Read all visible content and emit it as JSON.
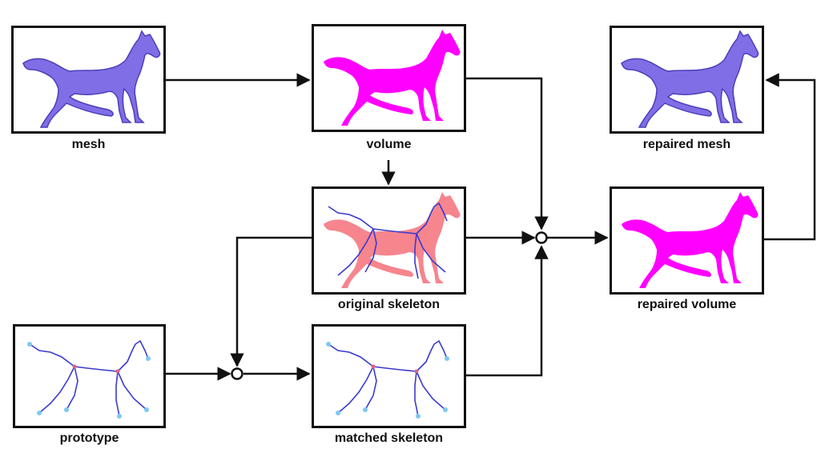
{
  "diagram": {
    "nodes": {
      "mesh": {
        "label": "mesh"
      },
      "volume": {
        "label": "volume"
      },
      "repaired_mesh": {
        "label": "repaired mesh"
      },
      "original_skeleton": {
        "label": "original skeleton"
      },
      "repaired_volume": {
        "label": "repaired volume"
      },
      "prototype": {
        "label": "prototype"
      },
      "matched_skeleton": {
        "label": "matched skeleton"
      }
    }
  },
  "colors": {
    "mesh_fill": "#7f6ee6",
    "volume_fill": "#ff00ff",
    "skeleton_overlay": "#f4707a",
    "skeleton_line": "#3a3ad0",
    "joint": "#7ec8f0",
    "stroke": "#111111"
  }
}
